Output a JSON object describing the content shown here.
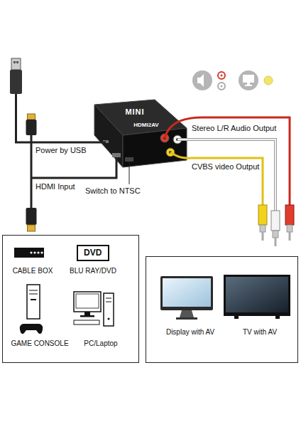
{
  "diagram": {
    "nodes": [
      {
        "text": [
          "MINI",
          "HDMI2AV"
        ]
      },
      {
        "text": [
          "CABLE BOX",
          "BLU RAY/DVD",
          "GAME CONSOLE",
          "PC/Laptop"
        ]
      },
      {
        "text": [
          "DVD"
        ],
        "in": 1
      },
      {
        "text": [
          "Display with AV",
          "TV with AV"
        ]
      }
    ],
    "labels": [
      "Power by USB",
      "HDMI Input",
      "Switch to NTSC",
      "Stereo L/R Audio Output",
      "CVBS video Output"
    ]
  }
}
